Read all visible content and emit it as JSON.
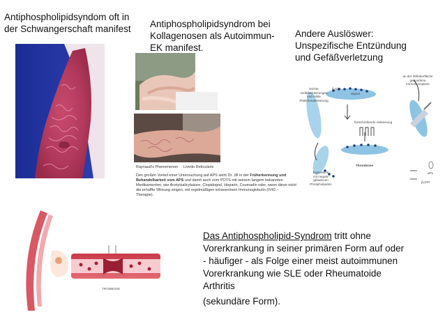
{
  "slide": {
    "caption_pregnancy": "Antiphospholipidsyndom oft in\nder Schwangerschaft manifest",
    "caption_collagenoses": "Antiphospholipidsyndrom bei\nKollagenosen als Autoimmun-\nEK manifest.",
    "caption_triggers": "Andere Auslöswer:\nUnspezifische Entzündung\nund Gefäßverletzung",
    "main_text": {
      "link_text": "Das Antiphospholipid-Syndrom",
      "rest": " tritt ohne Vorerkrankung in seiner primären Form auf oder - häufiger - als Folge einer meist autoimmunen Vorerkrankung wie SLE oder Rheumatoide Arthritis",
      "closing": "(sekundäre Form)."
    }
  },
  "photo_panel": {
    "label_left": "Raynaud's Phenomenon",
    "label_right": "Livedo Reticularis",
    "body_lead": "Den großen Vorteil einer Untersuchung auf APS sieht Dr. Jill in der ",
    "body_bold": "Früherkennung und Behandelbarkeit vom APS",
    "body_rest": " und damit auch vom POTS mit seinem langem bekannten Medikamenten, wie Acetylsalicylsäure, Clopidogrel, Heparin, Coumadin oder, wenn diese nicht die erhoffte Wirkung zeigen, mit regelmäßigen intravenösen Immunoglobulin (IVIG – Therapie)."
  },
  "diagram": {
    "top_label": "an der Zelloberfläche\ngebundene\nImmunkomplexe",
    "left_label": "leichte\nGefäßverletzungen\nund milde\nPlättchenaktivierung",
    "b2gpi": "β₂GPI",
    "signal": "Signal",
    "progress": "fortschreitende Aktivierung",
    "thrombosis": "Thrombose",
    "bottom_label": "Expression\nmit negativ\ngeladenen\nPhospholipiden",
    "legend_apl": "aPL",
    "legend_b2": "β₂GPI"
  },
  "vessel": {
    "label": "TROMBOSE"
  }
}
